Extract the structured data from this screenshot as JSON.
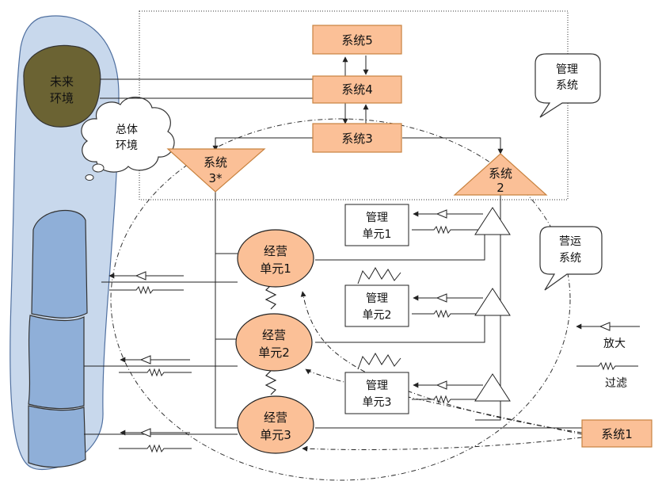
{
  "labels": {
    "future_env": [
      "未来",
      "环境"
    ],
    "total_env": [
      "总体",
      "环境"
    ],
    "sys5": "系统5",
    "sys4": "系统4",
    "sys3": "系统3",
    "sys3star": [
      "系统",
      "3*"
    ],
    "sys2": [
      "系统",
      "2"
    ],
    "sys1": "系统1",
    "mgmt_system": [
      "管理",
      "系统"
    ],
    "ops_system": [
      "营运",
      "系统"
    ],
    "mgmt_unit1": [
      "管理",
      "单元1"
    ],
    "mgmt_unit2": [
      "管理",
      "单元2"
    ],
    "mgmt_unit3": [
      "管理",
      "单元3"
    ],
    "op_unit1": [
      "经营",
      "单元1"
    ],
    "op_unit2": [
      "经营",
      "单元2"
    ],
    "op_unit3": [
      "经营",
      "单元3"
    ]
  },
  "legend": {
    "amplify": "放大",
    "filter": "过滤"
  },
  "colors": {
    "orange": "#FBC097",
    "orange_stroke": "#C8823F",
    "env_blue": "#C8D8EC",
    "block_blue": "#8FAFD8",
    "olive": "#6B6333",
    "line": "#222222"
  }
}
